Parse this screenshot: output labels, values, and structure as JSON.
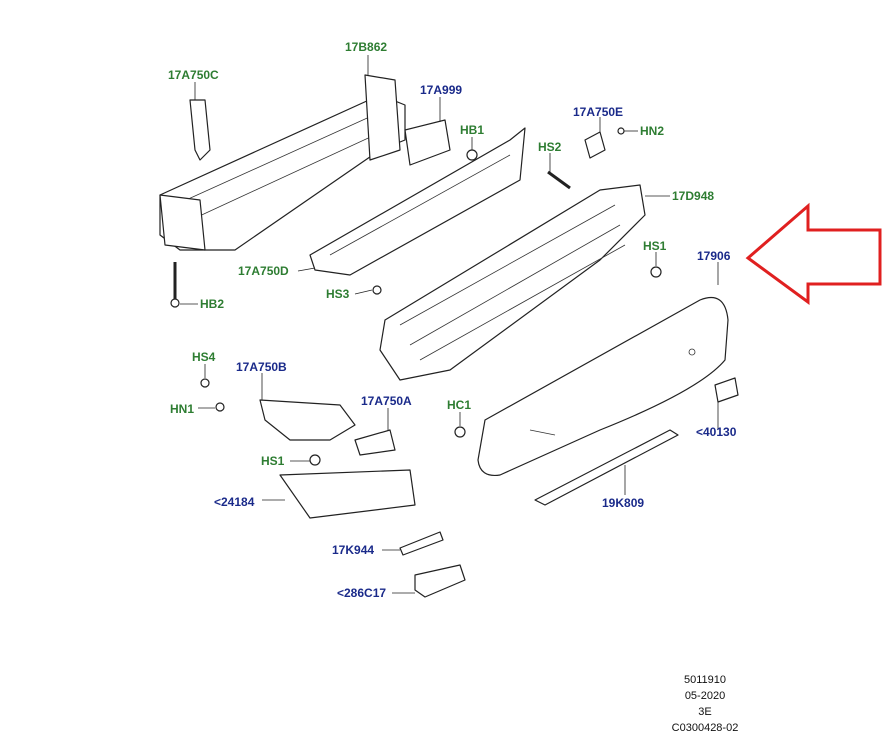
{
  "labels": {
    "l17b862": "17B862",
    "l17a750c": "17A750C",
    "l17a999": "17A999",
    "lhb1": "HB1",
    "l17a750e": "17A750E",
    "lhn2": "HN2",
    "lhs2": "HS2",
    "l17d948": "17D948",
    "lhs1a": "HS1",
    "l17906": "17906",
    "l17a750d": "17A750D",
    "lhs3": "HS3",
    "lhb2": "HB2",
    "lhs4": "HS4",
    "l17a750b": "17A750B",
    "lhn1": "HN1",
    "l17a750a": "17A750A",
    "lhc1": "HC1",
    "l40130": "<40130",
    "lhs1b": "HS1",
    "l24184": "<24184",
    "l19k809": "19K809",
    "l17k944": "17K944",
    "l286c17": "<286C17"
  },
  "meta": {
    "line1": "5011910",
    "line2": "05-2020",
    "line3": "3E",
    "line4": "C0300428-02"
  },
  "colors": {
    "green_label": "#2e7d32",
    "blue_label": "#1a2a8a",
    "pointer_arrow": "#e02020"
  }
}
